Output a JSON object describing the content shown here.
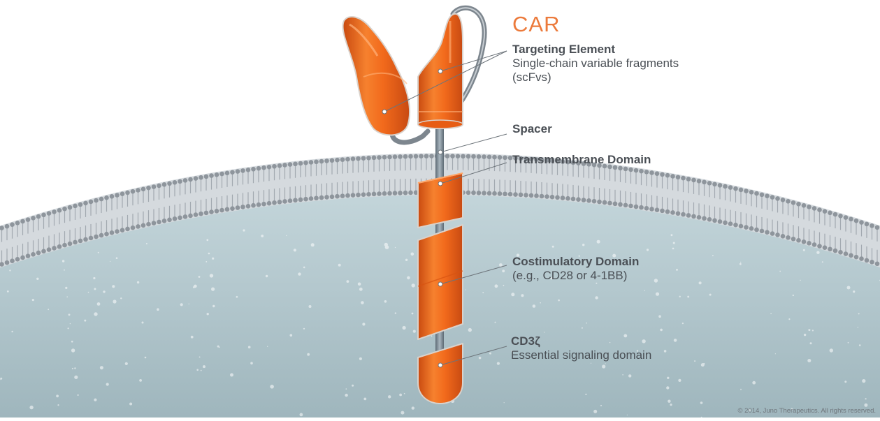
{
  "title": "CAR",
  "labels": {
    "targeting": {
      "title": "Targeting Element",
      "line1": "Single-chain variable fragments",
      "line2": "(scFvs)"
    },
    "spacer": {
      "title": "Spacer"
    },
    "transmembrane": {
      "title": "Transmembrane Domain"
    },
    "costimulatory": {
      "title": "Costimulatory Domain",
      "line1": "(e.g., CD28 or 4-1BB)"
    },
    "cd3": {
      "title": "CD3ζ",
      "line1": "Essential signaling domain"
    }
  },
  "copyright": "© 2014, Juno Therapeutics. All rights reserved.",
  "colors": {
    "accent": "#ec7a3b",
    "domain_orange": "#f06a1e",
    "membrane": "#9aa1a8",
    "cytoplasm": "#b9cdd3",
    "label_text": "#4a4f55"
  }
}
